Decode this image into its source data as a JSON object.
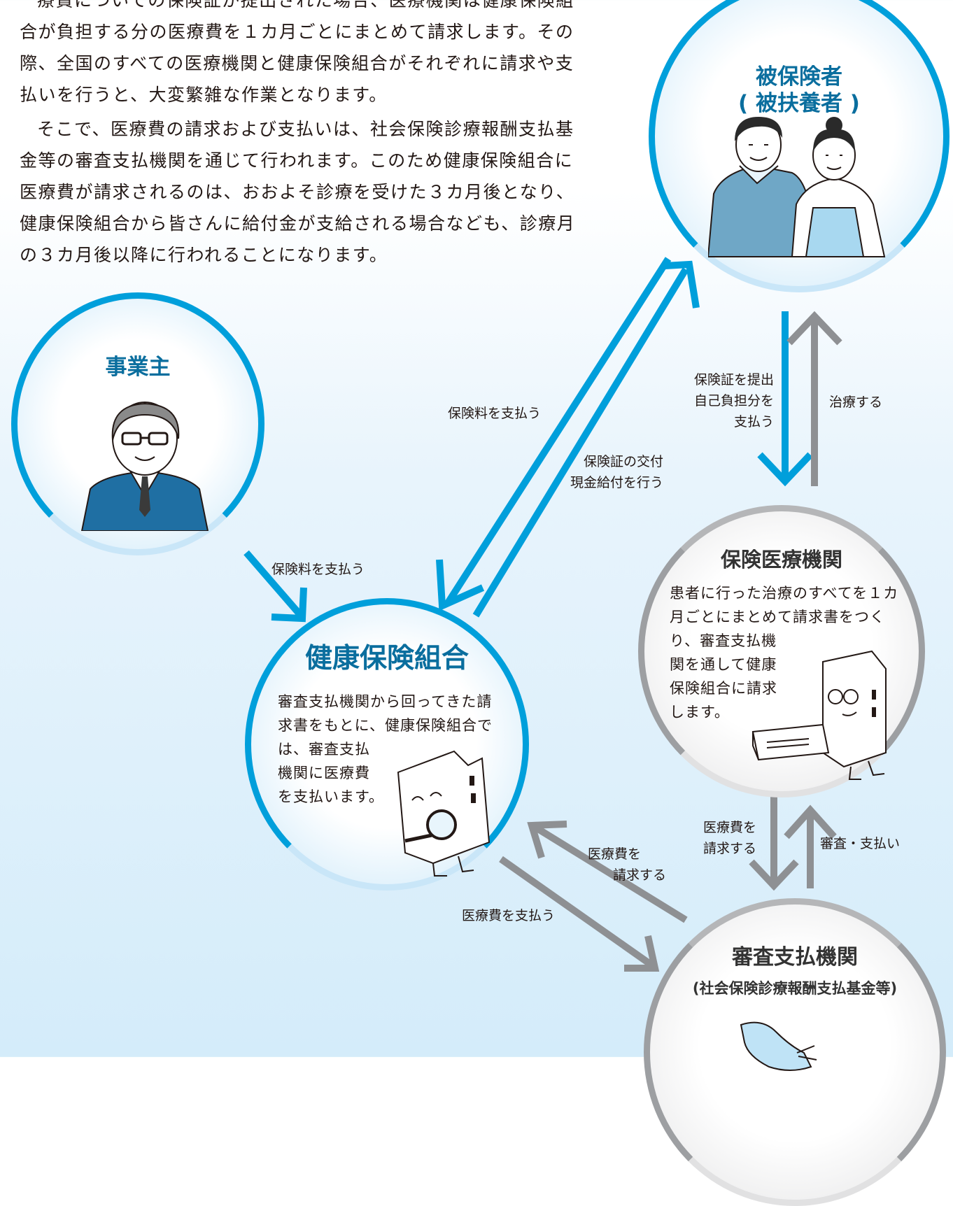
{
  "intro": {
    "paragraph1": "療費についての保険証が提出された場合、医療機関は健康保険組合が負担する分の医療費を１カ月ごとにまとめて請求します。その際、全国のすべての医療機関と健康保険組合がそれぞれに請求や支払いを行うと、大変繁雑な作業となります。",
    "paragraph2": "そこで、医療費の請求および支払いは、社会保険診療報酬支払基金等の審査支払機関を通じて行われます。このため健康保険組合に医療費が請求されるのは、おおよそ診療を受けた３カ月後となり、健康保険組合から皆さんに給付金が支給される場合なども、診療月の３カ月後以降に行われることになります。"
  },
  "nodes": {
    "insured": {
      "title_line1": "被保険者",
      "title_line2": "( 被扶養者 )"
    },
    "employer": {
      "title": "事業主"
    },
    "medical": {
      "title": "保険医療機関",
      "desc_line1": "患者に行った治療のすべてを１カ",
      "desc_line2": "月ごとにまとめて請求書をつく",
      "desc_line3": "り、審査支払機",
      "desc_line4": "関を通して健康",
      "desc_line5": "保険組合に請求",
      "desc_line6": "します。"
    },
    "union": {
      "title": "健康保険組合",
      "desc_line1": "審査支払機関から回ってきた請",
      "desc_line2": "求書をもとに、健康保険組合で",
      "desc_line3": "は、審査支払",
      "desc_line4": "機関に医療費",
      "desc_line5": "を支払います。"
    },
    "review": {
      "title": "審査支払機関",
      "subtitle": "(社会保険診療報酬支払基金等)"
    }
  },
  "flows": {
    "insured_to_union": "保険料を支払う",
    "union_to_insured_line1": "保険証の交付",
    "union_to_insured_line2": "現金給付を行う",
    "insured_to_medical_line1": "保険証を提出",
    "insured_to_medical_line2": "自己負担分を",
    "insured_to_medical_line3": "支払う",
    "medical_to_insured": "治療する",
    "employer_to_union": "保険料を支払う",
    "medical_to_review_line1": "医療費を",
    "medical_to_review_line2": "請求する",
    "review_to_medical": "審査・支払い",
    "review_to_union_line1": "医療費を",
    "review_to_union_line2": "請求する",
    "union_to_review": "医療費を支払う"
  },
  "colors": {
    "blue": "#009fdb",
    "gray": "#8e9093",
    "title_blue": "#0a6e9e"
  }
}
